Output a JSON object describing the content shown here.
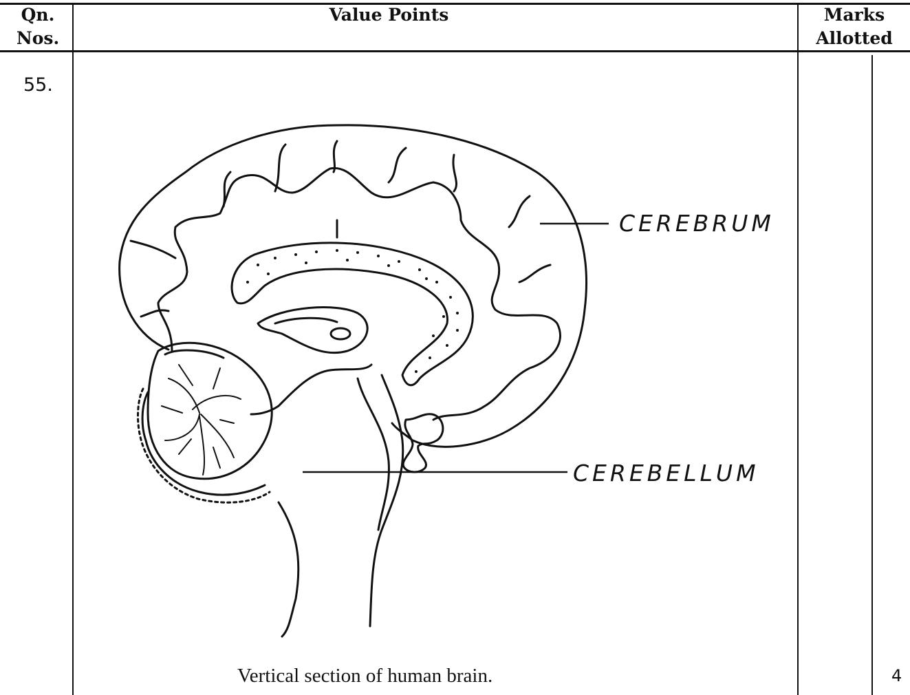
{
  "header": {
    "qn_line1": "Qn.",
    "qn_line2": "Nos.",
    "value_points": "Value Points",
    "marks_line1": "Marks",
    "marks_line2": "Allotted"
  },
  "question": {
    "number": "55.",
    "marks": "4",
    "caption": "Vertical section of human brain."
  },
  "diagram": {
    "labels": {
      "cerebrum": "CEREBRUM",
      "cerebellum": "CEREBELLUM"
    }
  }
}
